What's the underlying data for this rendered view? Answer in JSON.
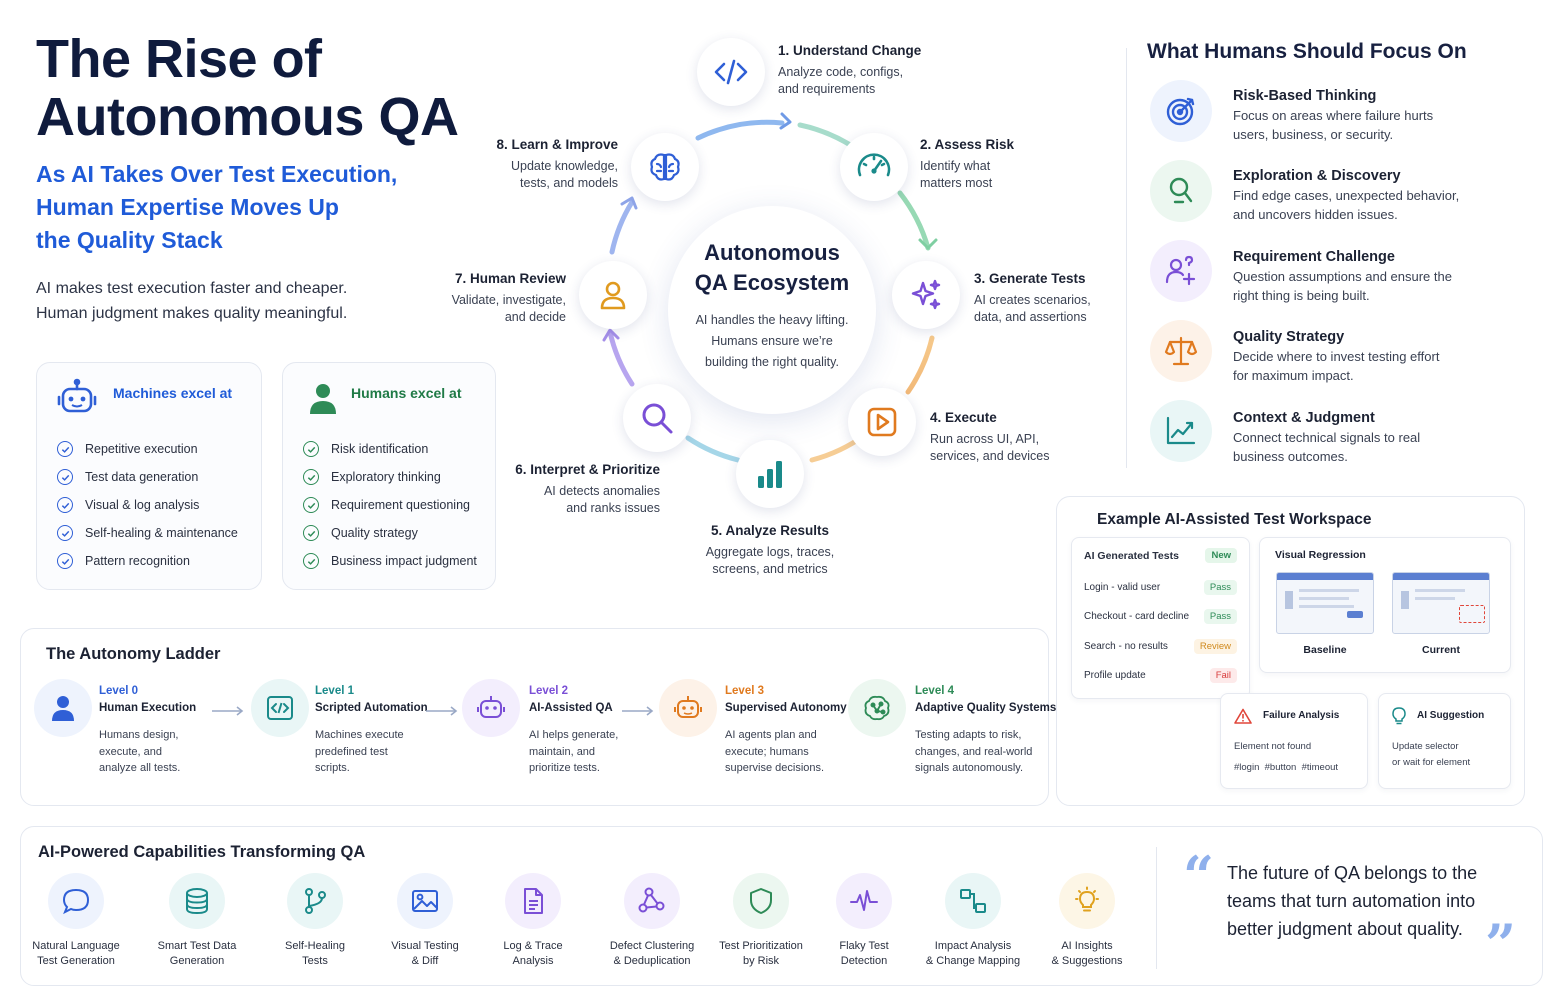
{
  "header": {
    "title_line1": "The Rise of",
    "title_line2": "Autonomous QA",
    "subtitle_line1": "As AI Takes Over Test Execution,",
    "subtitle_line2": "Human Expertise Moves Up",
    "subtitle_line3": "the Quality Stack",
    "intro_line1": "AI makes test execution faster and cheaper.",
    "intro_line2": "Human judgment makes quality meaningful."
  },
  "machines": {
    "heading": "Machines excel at",
    "items": [
      "Repetitive execution",
      "Test data generation",
      "Visual & log analysis",
      "Self-healing & maintenance",
      "Pattern recognition"
    ]
  },
  "humans": {
    "heading": "Humans excel at",
    "items": [
      "Risk identification",
      "Exploratory thinking",
      "Requirement questioning",
      "Quality strategy",
      "Business impact judgment"
    ]
  },
  "cycle": {
    "center_line1": "Autonomous",
    "center_line2": "QA Ecosystem",
    "center_desc1": "AI handles the heavy lifting.",
    "center_desc2": "Humans ensure we’re",
    "center_desc3": "building the right quality.",
    "steps": [
      {
        "title": "1. Understand Change",
        "d1": "Analyze code, configs,",
        "d2": "and requirements",
        "icon": "code-icon"
      },
      {
        "title": "2. Assess Risk",
        "d1": "Identify what",
        "d2": "matters most",
        "icon": "gauge-icon"
      },
      {
        "title": "3. Generate Tests",
        "d1": "AI creates scenarios,",
        "d2": "data, and assertions",
        "icon": "sparkle-icon"
      },
      {
        "title": "4. Execute",
        "d1": "Run across UI, API,",
        "d2": "services, and devices",
        "icon": "play-icon"
      },
      {
        "title": "5. Analyze Results",
        "d1": "Aggregate logs, traces,",
        "d2": "screens, and metrics",
        "icon": "bar-chart-icon"
      },
      {
        "title": "6. Interpret & Prioritize",
        "d1": "AI detects anomalies",
        "d2": "and ranks issues",
        "icon": "magnifier-icon"
      },
      {
        "title": "7. Human Review",
        "d1": "Validate, investigate,",
        "d2": "and decide",
        "icon": "person-icon"
      },
      {
        "title": "8. Learn & Improve",
        "d1": "Update knowledge,",
        "d2": "tests, and models",
        "icon": "brain-icon"
      }
    ]
  },
  "focus": {
    "title": "What Humans Should Focus On",
    "items": [
      {
        "name": "Risk-Based Thinking",
        "d1": "Focus on areas where failure hurts",
        "d2": "users, business, or security.",
        "icon": "target-icon",
        "color": "#2f5fd6"
      },
      {
        "name": "Exploration & Discovery",
        "d1": "Find edge cases, unexpected behavior,",
        "d2": "and uncovers hidden issues.",
        "icon": "lightbulb-icon",
        "color": "#2e8b57"
      },
      {
        "name": "Requirement Challenge",
        "d1": "Question assumptions and ensure the",
        "d2": "right thing is being built.",
        "icon": "person-question-icon",
        "color": "#7a4fd6"
      },
      {
        "name": "Quality Strategy",
        "d1": "Decide where to invest testing effort",
        "d2": "for maximum impact.",
        "icon": "scale-icon",
        "color": "#e07a1f"
      },
      {
        "name": "Context & Judgment",
        "d1": "Connect technical signals to real",
        "d2": "business outcomes.",
        "icon": "trend-chart-icon",
        "color": "#1a8a8a"
      }
    ]
  },
  "workspace": {
    "title": "Example AI-Assisted Test Workspace",
    "tests_heading": "AI Generated Tests",
    "tests_badge": "New",
    "tests": [
      {
        "name": "Login - valid user",
        "status": "Pass"
      },
      {
        "name": "Checkout - card decline",
        "status": "Pass"
      },
      {
        "name": "Search - no results",
        "status": "Review"
      },
      {
        "name": "Profile update",
        "status": "Fail"
      }
    ],
    "visual_heading": "Visual Regression",
    "baseline_label": "Baseline",
    "current_label": "Current",
    "failure_heading": "Failure Analysis",
    "failure_line1": "Element not found",
    "failure_line2": "#login  #button  #timeout",
    "suggestion_heading": "AI Suggestion",
    "suggestion_line1": "Update selector",
    "suggestion_line2": "or wait for element"
  },
  "ladder": {
    "title": "The Autonomy Ladder",
    "levels": [
      {
        "num": "Level 0",
        "name": "Human Execution",
        "d1": "Humans design,",
        "d2": "execute, and",
        "d3": "analyze all tests.",
        "color": "#2f5fd6",
        "icon": "person-icon"
      },
      {
        "num": "Level 1",
        "name": "Scripted Automation",
        "d1": "Machines execute",
        "d2": "predefined test",
        "d3": "scripts.",
        "color": "#1a8a8a",
        "icon": "code-icon"
      },
      {
        "num": "Level 2",
        "name": "AI-Assisted QA",
        "d1": "AI helps generate,",
        "d2": "maintain, and",
        "d3": "prioritize tests.",
        "color": "#7a4fd6",
        "icon": "robot-icon"
      },
      {
        "num": "Level 3",
        "name": "Supervised Autonomy",
        "d1": "AI agents plan and",
        "d2": "execute; humans",
        "d3": "supervise decisions.",
        "color": "#e07a1f",
        "icon": "robot-icon"
      },
      {
        "num": "Level 4",
        "name": "Adaptive Quality Systems",
        "d1": "Testing adapts to risk,",
        "d2": "changes, and real-world",
        "d3": "signals autonomously.",
        "color": "#2e8b57",
        "icon": "brain-network-icon"
      }
    ]
  },
  "capabilities": {
    "title": "AI-Powered Capabilities Transforming QA",
    "items": [
      {
        "l1": "Natural Language",
        "l2": "Test Generation",
        "icon": "chat-bubble-icon",
        "color": "#2f5fd6"
      },
      {
        "l1": "Smart Test Data",
        "l2": "Generation",
        "icon": "database-icon",
        "color": "#1a8a8a"
      },
      {
        "l1": "Self-Healing",
        "l2": "Tests",
        "icon": "git-branch-icon",
        "color": "#1a8a8a"
      },
      {
        "l1": "Visual Testing",
        "l2": "& Diff",
        "icon": "image-icon",
        "color": "#2f5fd6"
      },
      {
        "l1": "Log & Trace",
        "l2": "Analysis",
        "icon": "document-icon",
        "color": "#7a4fd6"
      },
      {
        "l1": "Defect Clustering",
        "l2": "& Deduplication",
        "icon": "cluster-icon",
        "color": "#7a4fd6"
      },
      {
        "l1": "Test Prioritization",
        "l2": "by Risk",
        "icon": "shield-icon",
        "color": "#2e8b57"
      },
      {
        "l1": "Flaky Test",
        "l2": "Detection",
        "icon": "pulse-icon",
        "color": "#7a4fd6"
      },
      {
        "l1": "Impact Analysis",
        "l2": "& Change Mapping",
        "icon": "flow-icon",
        "color": "#1a8a8a"
      },
      {
        "l1": "AI Insights",
        "l2": "& Suggestions",
        "icon": "lightbulb-icon",
        "color": "#e0a21f"
      }
    ],
    "quote_line1": "The future of QA belongs to the",
    "quote_line2": "teams that turn automation into",
    "quote_line3": "better judgment about quality."
  }
}
